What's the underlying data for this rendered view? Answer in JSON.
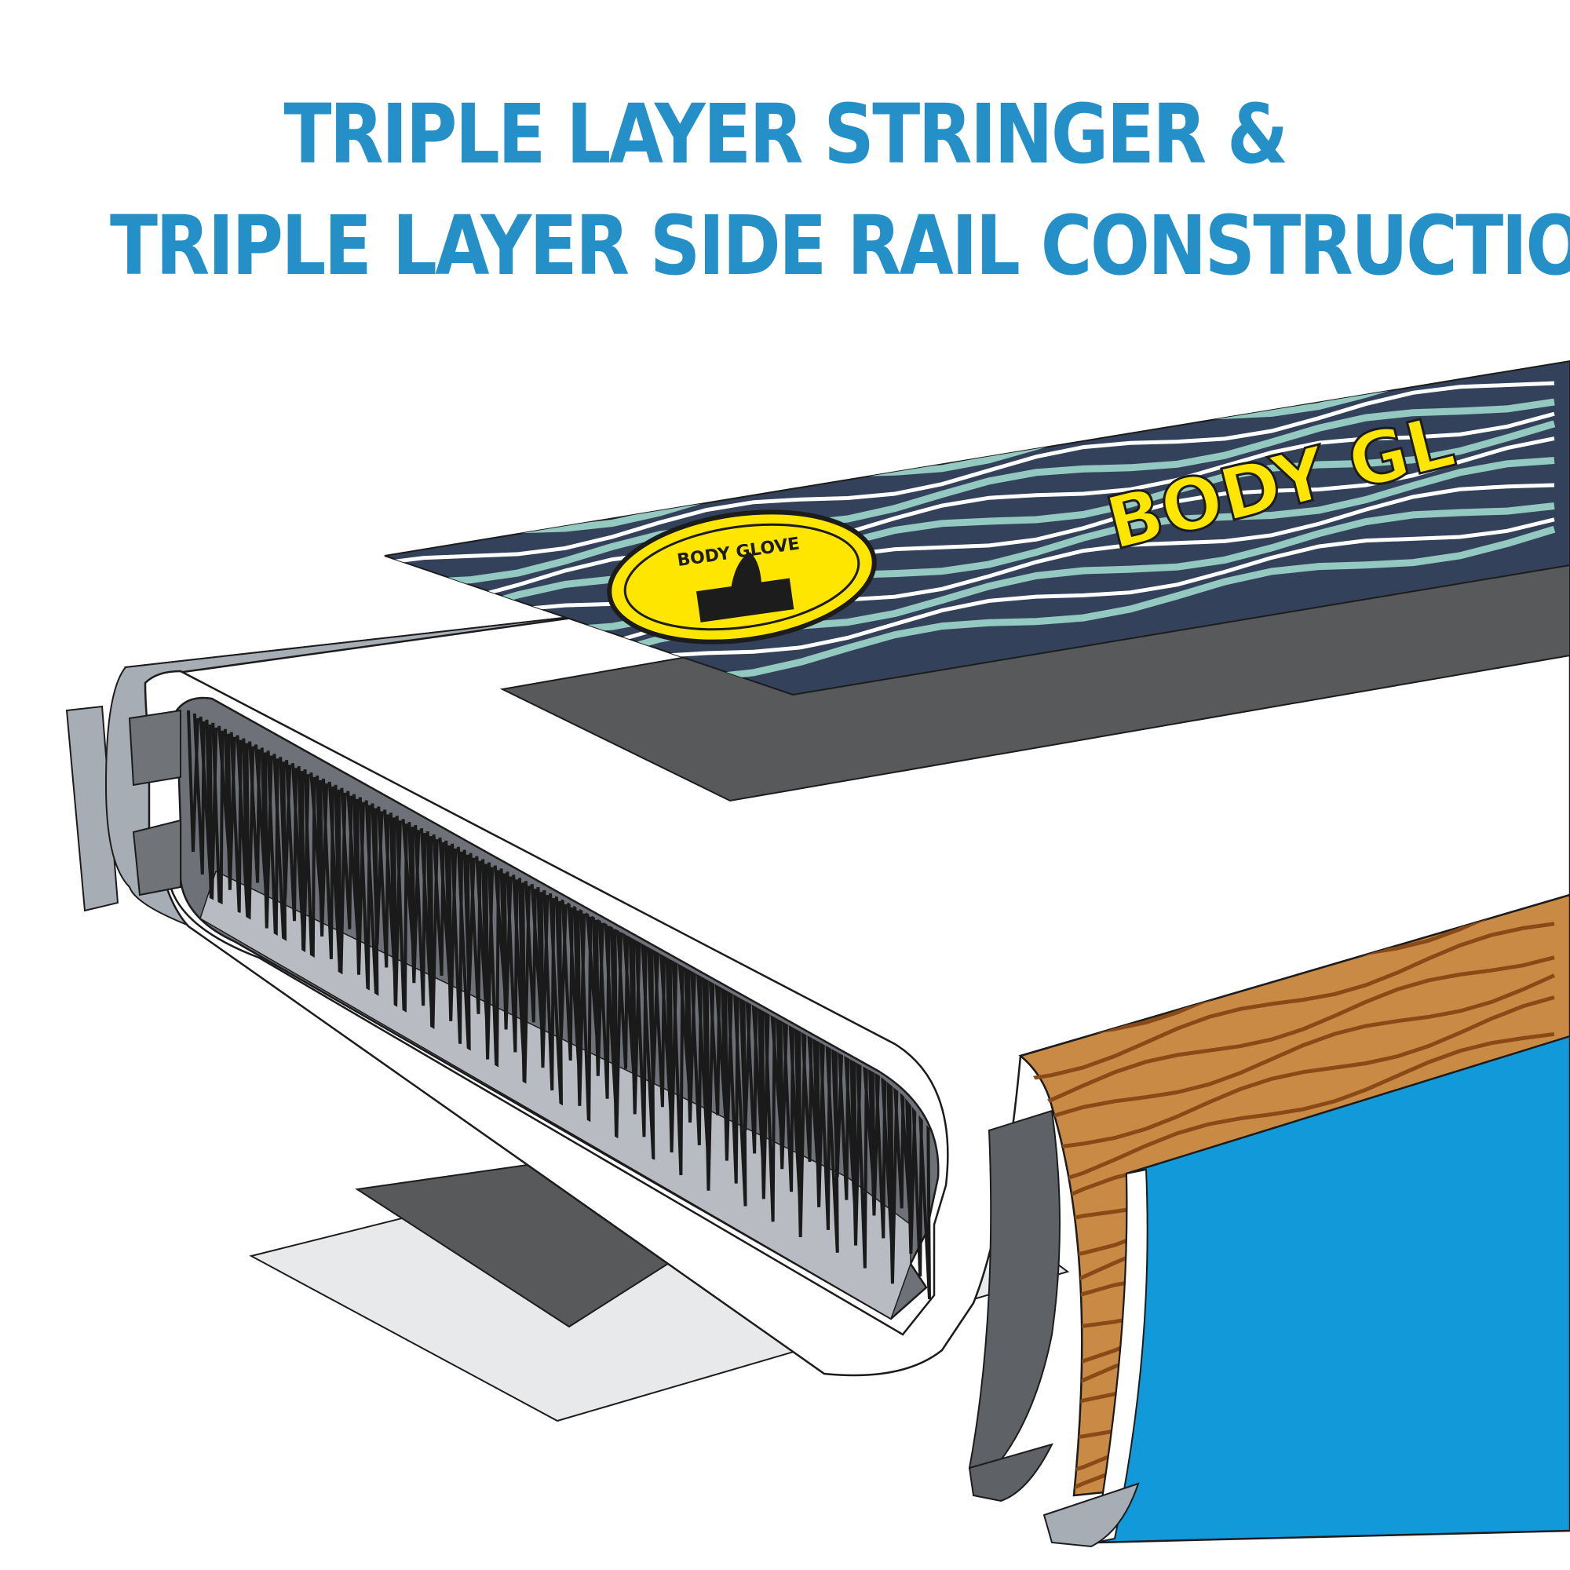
{
  "headline": {
    "line1": "TRIPLE LAYER STRINGER &",
    "line2": "TRIPLE LAYER SIDE RAIL CONSTRUCTION",
    "color": "#2590c8"
  },
  "deck_pad": {
    "wordmark": "BODY GL",
    "logo_text": "BODY GLOVE",
    "logo_color": "#ffe600",
    "background_color": "#33425a",
    "stripe_color": "#93c9c0"
  },
  "colors": {
    "board_white": "#ffffff",
    "layer_gray": "#a7adb4",
    "core_gray": "#5e6166",
    "drop_stitch": "#1a1a1a",
    "wood_rail": "#c98a45",
    "blue_rail": "#1199d9",
    "outline": "#1c1c1c"
  }
}
